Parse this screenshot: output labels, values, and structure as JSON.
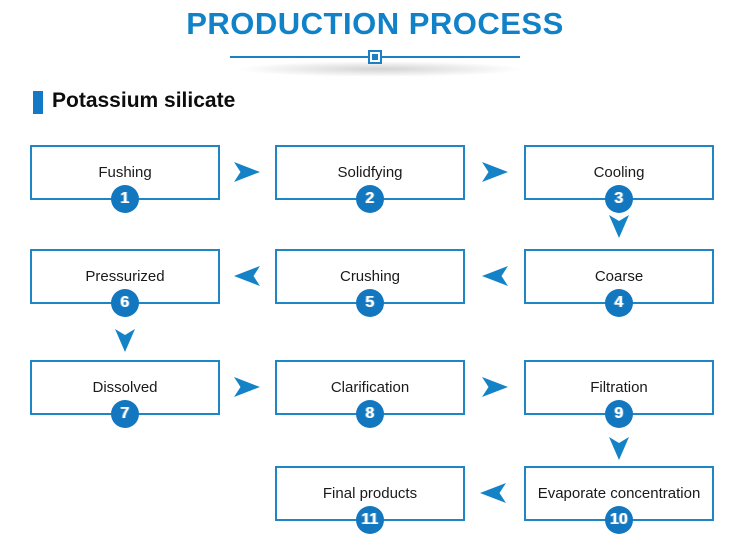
{
  "header": {
    "title": "PRODUCTION PROCESS"
  },
  "section": {
    "heading": "Potassium silicate"
  },
  "colors": {
    "title_blue": "#1182c8",
    "box_border_blue": "#1e86c4",
    "badge_blue": "#1377bf",
    "arrow_blue": "#1482c6",
    "heading_bar_blue": "#1379c6"
  },
  "flow": {
    "steps": [
      {
        "num": "1",
        "label": "Fushing"
      },
      {
        "num": "2",
        "label": "Solidfying"
      },
      {
        "num": "3",
        "label": "Cooling"
      },
      {
        "num": "4",
        "label": "Coarse"
      },
      {
        "num": "5",
        "label": "Crushing"
      },
      {
        "num": "6",
        "label": "Pressurized"
      },
      {
        "num": "7",
        "label": "Dissolved"
      },
      {
        "num": "8",
        "label": "Clarification"
      },
      {
        "num": "9",
        "label": "Filtration"
      },
      {
        "num": "10",
        "label": "Evaporate concentration"
      },
      {
        "num": "11",
        "label": "Final products"
      }
    ],
    "connections": [
      {
        "from": "1",
        "to": "2",
        "direction": "right"
      },
      {
        "from": "2",
        "to": "3",
        "direction": "right"
      },
      {
        "from": "3",
        "to": "4",
        "direction": "down"
      },
      {
        "from": "4",
        "to": "5",
        "direction": "left"
      },
      {
        "from": "5",
        "to": "6",
        "direction": "left"
      },
      {
        "from": "6",
        "to": "7",
        "direction": "down"
      },
      {
        "from": "7",
        "to": "8",
        "direction": "right"
      },
      {
        "from": "8",
        "to": "9",
        "direction": "right"
      },
      {
        "from": "9",
        "to": "10",
        "direction": "down"
      },
      {
        "from": "10",
        "to": "11",
        "direction": "left"
      }
    ]
  }
}
